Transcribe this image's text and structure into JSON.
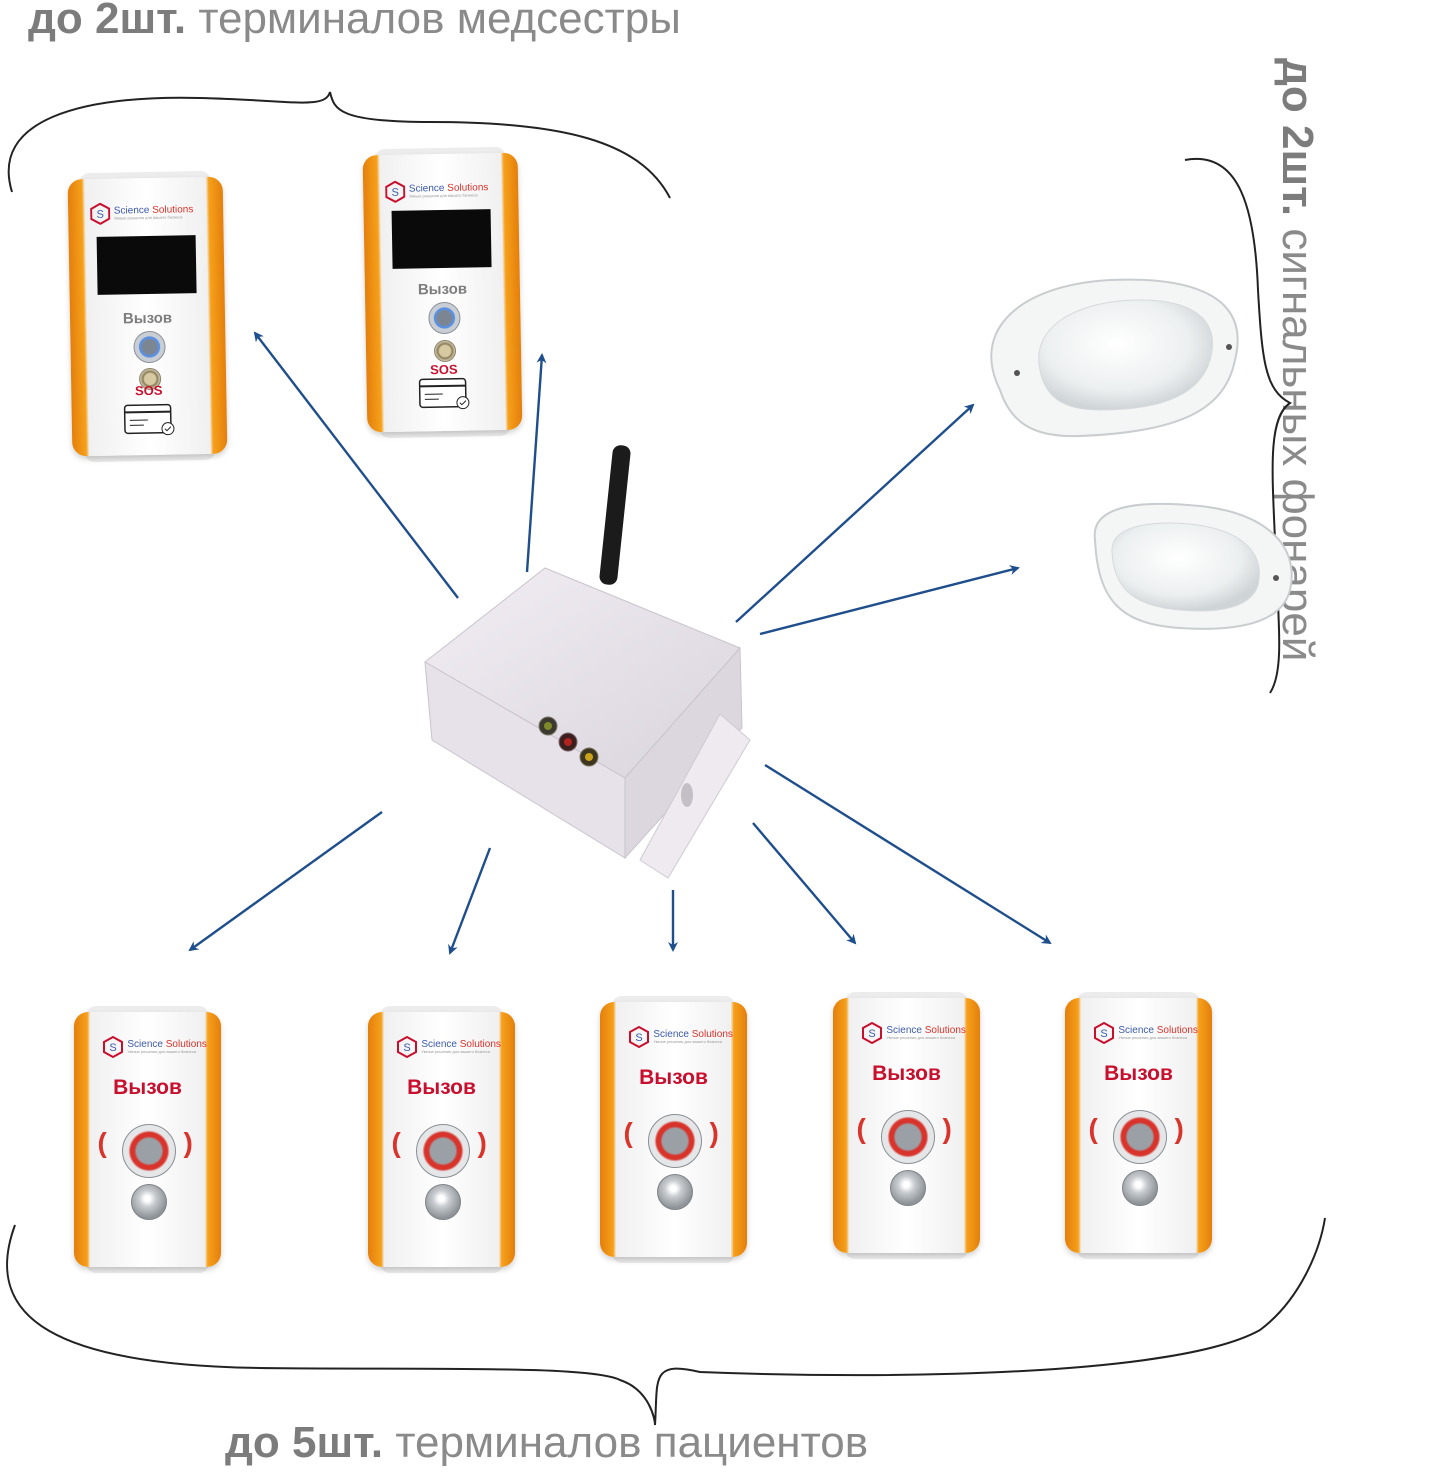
{
  "labels": {
    "nurse": {
      "bold": "до 2шт.",
      "rest": " терминалов медсестры"
    },
    "lamps": {
      "bold": "до 2шт.",
      "rest": " сигнальных фонарей"
    },
    "patients": {
      "bold": "до 5шт.",
      "rest": " терминалов пациентов"
    }
  },
  "brand": {
    "name_part1": "Science",
    "name_part2": " Solutions",
    "tagline": "Умные решения для вашего бизнеса"
  },
  "nurse_terminal": {
    "call_label": "Вызов",
    "sos_label": "SOS",
    "count": 2
  },
  "patient_terminal": {
    "call_label": "Вызов",
    "count": 5
  },
  "signal_lamps": {
    "count": 2
  },
  "controller": {
    "leds": [
      "green",
      "red",
      "yellow"
    ]
  },
  "colors": {
    "arrow": "#1f4e8c",
    "accent": "#f39a16",
    "brand_red": "#c8102e",
    "brand_blue": "#3b5aa8",
    "label": "#8a8a8a"
  }
}
